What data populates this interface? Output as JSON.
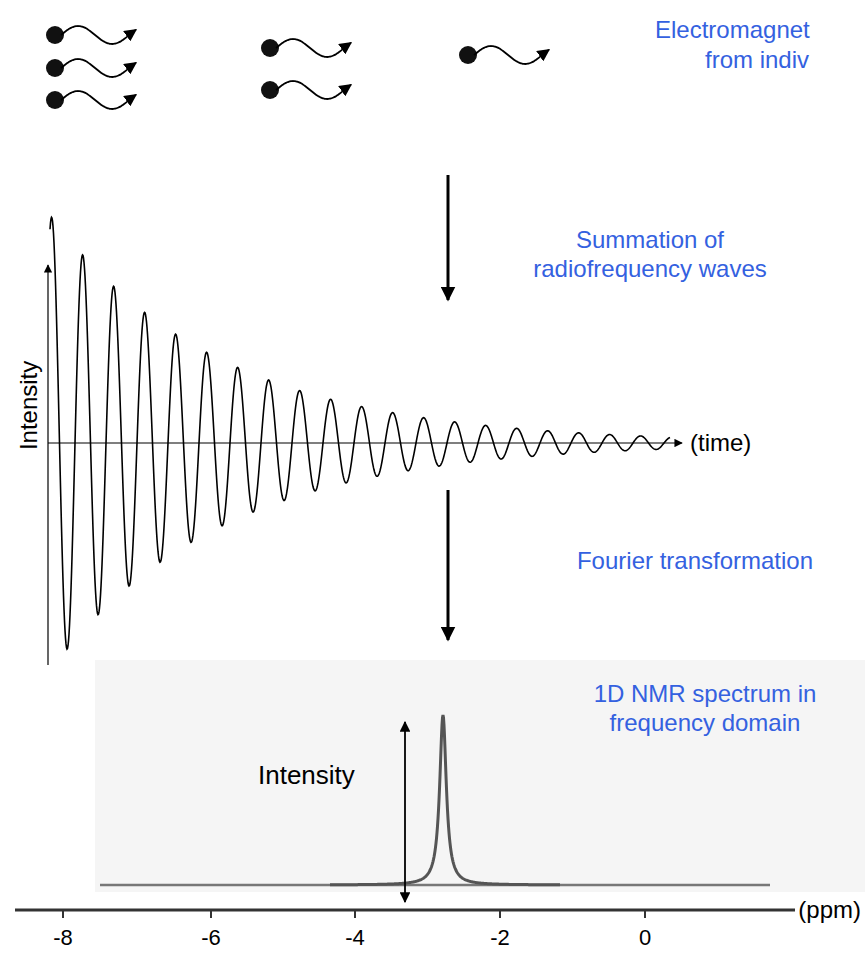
{
  "diagram": {
    "labels": [
      "Electromagnet",
      "from indiv",
      "Summation of radiofrequency waves",
      "Intensity",
      "(time)",
      "Fourier transformation",
      "Intensity",
      "1D NMR spectrum in frequency domain",
      "(ppm)",
      "-8",
      "-6",
      "-4",
      "-2",
      "0"
    ]
  }
}
